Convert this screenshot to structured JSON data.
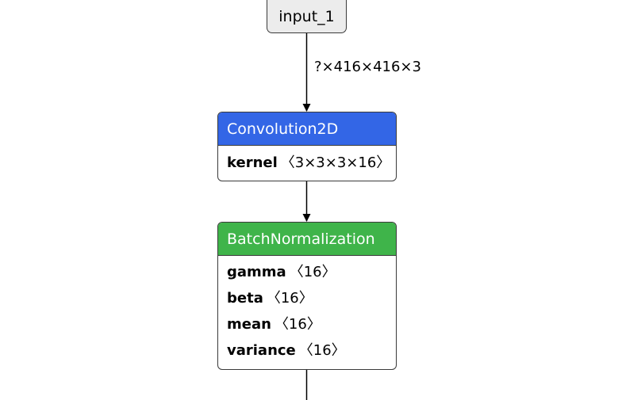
{
  "nodes": {
    "input": {
      "label": "input_1"
    },
    "conv": {
      "title": "Convolution2D",
      "color": "#3366e6",
      "attributes": [
        {
          "name": "kernel",
          "value": "〈3×3×3×16〉"
        }
      ]
    },
    "bn": {
      "title": "BatchNormalization",
      "color": "#3fb44a",
      "attributes": [
        {
          "name": "gamma",
          "value": "〈16〉"
        },
        {
          "name": "beta",
          "value": "〈16〉"
        },
        {
          "name": "mean",
          "value": "〈16〉"
        },
        {
          "name": "variance",
          "value": "〈16〉"
        }
      ]
    }
  },
  "edges": [
    {
      "from": "input",
      "to": "conv",
      "label": "?×416×416×3"
    },
    {
      "from": "conv",
      "to": "bn",
      "label": ""
    },
    {
      "from": "bn",
      "to": "next",
      "label": ""
    }
  ]
}
